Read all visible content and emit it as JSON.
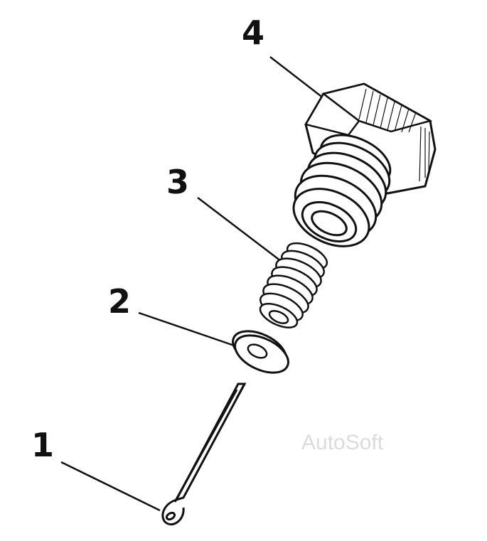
{
  "diagram": {
    "callouts": [
      {
        "id": "1",
        "label": "1",
        "part": "cotter-pin"
      },
      {
        "id": "2",
        "label": "2",
        "part": "washer"
      },
      {
        "id": "3",
        "label": "3",
        "part": "spring"
      },
      {
        "id": "4",
        "label": "4",
        "part": "plug-bolt"
      }
    ],
    "watermark": "AutoSoft"
  },
  "colors": {
    "ink": "#111111",
    "background": "#ffffff",
    "watermark": "#dcdcdc"
  }
}
